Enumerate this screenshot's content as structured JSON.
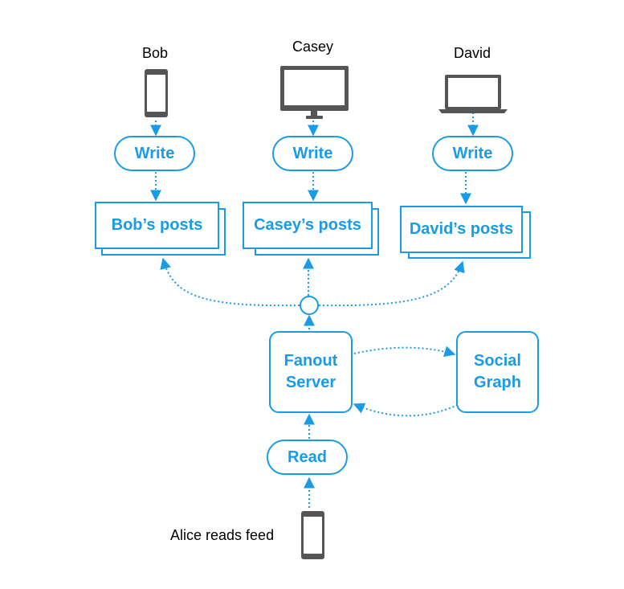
{
  "users": {
    "bob": "Bob",
    "casey": "Casey",
    "david": "David",
    "alice": "Alice reads feed"
  },
  "nodes": {
    "write_bob": "Write",
    "write_casey": "Write",
    "write_david": "Write",
    "bob_posts": "Bob’s posts",
    "casey_posts": "Casey’s posts",
    "david_posts": "David’s posts",
    "fanout_line1": "Fanout",
    "fanout_line2": "Server",
    "social_line1": "Social",
    "social_line2": "Graph",
    "read": "Read"
  },
  "icons": {
    "bob_device": "smartphone-icon",
    "casey_device": "desktop-monitor-icon",
    "david_device": "laptop-icon",
    "alice_device": "smartphone-icon"
  },
  "colors": {
    "accent": "#1a9be6",
    "device": "#555555"
  }
}
